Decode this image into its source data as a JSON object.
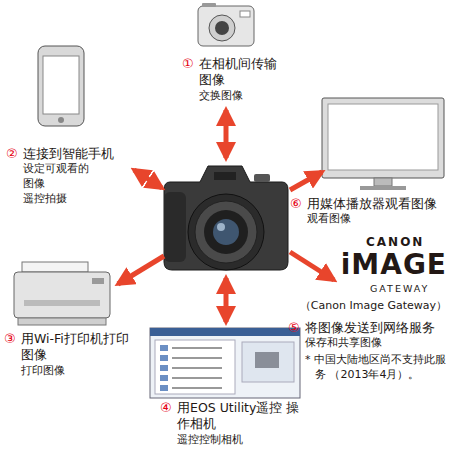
{
  "diagram": {
    "nodes": [
      {
        "text": [
          "①",
          "在相机间传输 图像",
          "交换图像"
        ]
      },
      {
        "text": [
          "②",
          "连接到智能手机",
          "设定可观看的 图像",
          "遥控拍摄"
        ]
      },
      {
        "text": [
          "③",
          "用Wi-Fi打印机打印 图像",
          "打印图像"
        ]
      },
      {
        "text": [
          "④",
          "用EOS Utility遥控 操作相机",
          "遥控控制相机"
        ]
      },
      {
        "text": [
          "⑤",
          "将图像发送到网络服务",
          "保存和共享图像",
          "* 中国大陆地区尚不支持此服务 （2013年4月）。"
        ]
      },
      {
        "text": [
          "⑥",
          "用媒体播放器观看图像",
          "观看图像"
        ]
      }
    ],
    "labels": [
      "CANON",
      "iMAGE",
      "GATEWAY",
      "（Canon Image Gateway）"
    ]
  }
}
